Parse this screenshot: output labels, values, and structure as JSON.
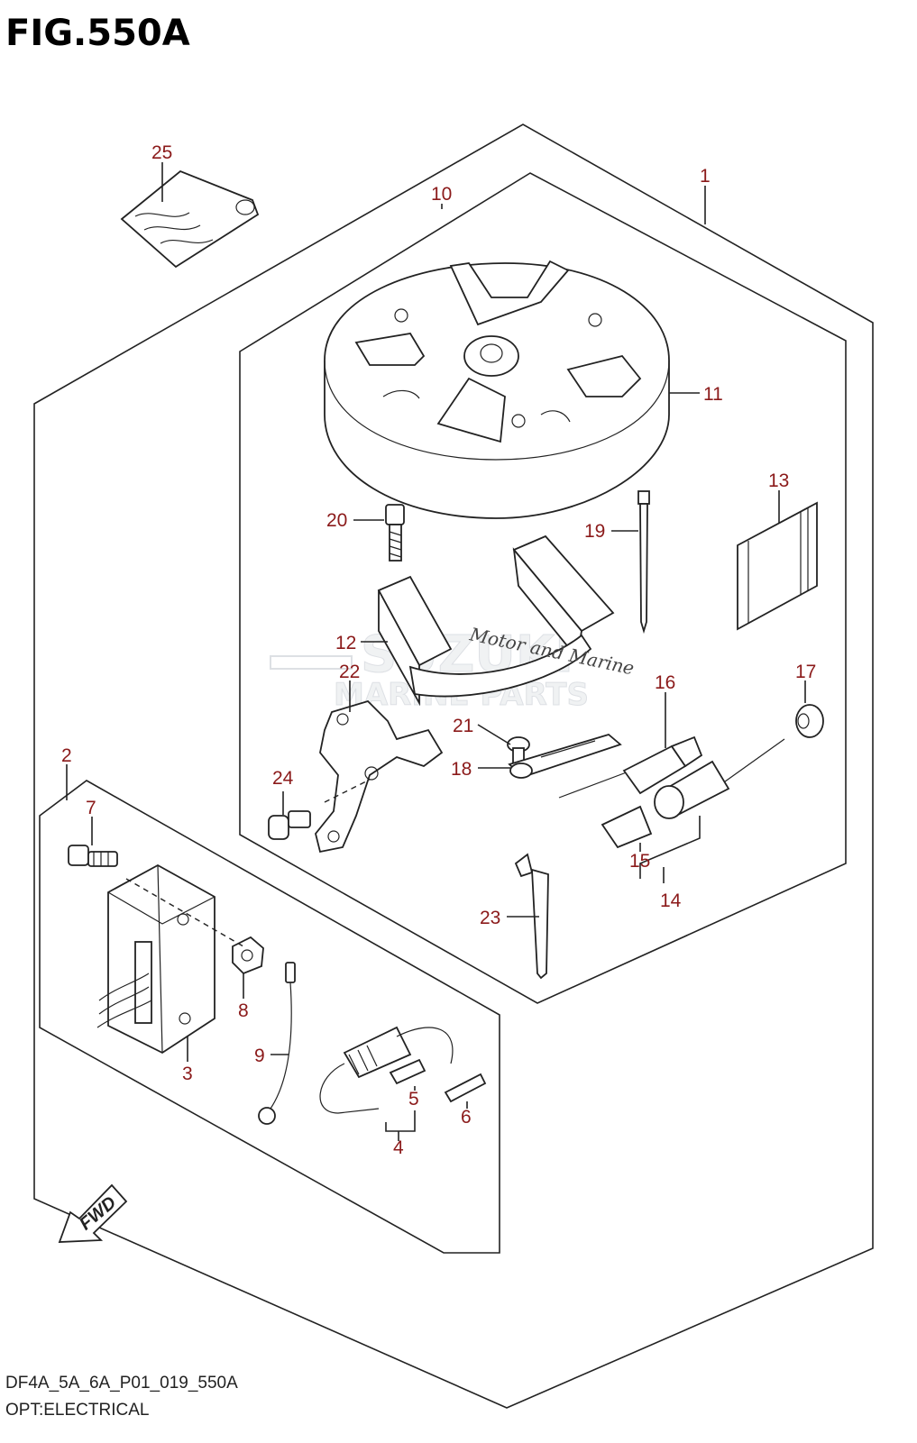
{
  "figure": {
    "title": "FIG.550A",
    "code": "DF4A_5A_6A_P01_019_550A",
    "description": "OPT:ELECTRICAL",
    "fwd_arrow_text": "FWD"
  },
  "watermark": {
    "line1": "SUZUKI",
    "line2": "MARINE PARTS",
    "script": "Motor and Marine"
  },
  "callouts": [
    {
      "id": "1",
      "label": "1"
    },
    {
      "id": "2",
      "label": "2"
    },
    {
      "id": "3",
      "label": "3"
    },
    {
      "id": "4",
      "label": "4"
    },
    {
      "id": "5",
      "label": "5"
    },
    {
      "id": "6",
      "label": "6"
    },
    {
      "id": "7",
      "label": "7"
    },
    {
      "id": "8",
      "label": "8"
    },
    {
      "id": "9",
      "label": "9"
    },
    {
      "id": "10",
      "label": "10"
    },
    {
      "id": "11",
      "label": "11"
    },
    {
      "id": "12",
      "label": "12"
    },
    {
      "id": "13",
      "label": "13"
    },
    {
      "id": "14",
      "label": "14"
    },
    {
      "id": "15",
      "label": "15"
    },
    {
      "id": "16",
      "label": "16"
    },
    {
      "id": "17",
      "label": "17"
    },
    {
      "id": "18",
      "label": "18"
    },
    {
      "id": "19",
      "label": "19"
    },
    {
      "id": "20",
      "label": "20"
    },
    {
      "id": "21",
      "label": "21"
    },
    {
      "id": "22",
      "label": "22"
    },
    {
      "id": "23",
      "label": "23"
    },
    {
      "id": "24",
      "label": "24"
    },
    {
      "id": "25",
      "label": "25"
    }
  ],
  "colors": {
    "callout": "#8b1a1a",
    "linework": "#222222",
    "watermark": "#d8dbe0"
  }
}
